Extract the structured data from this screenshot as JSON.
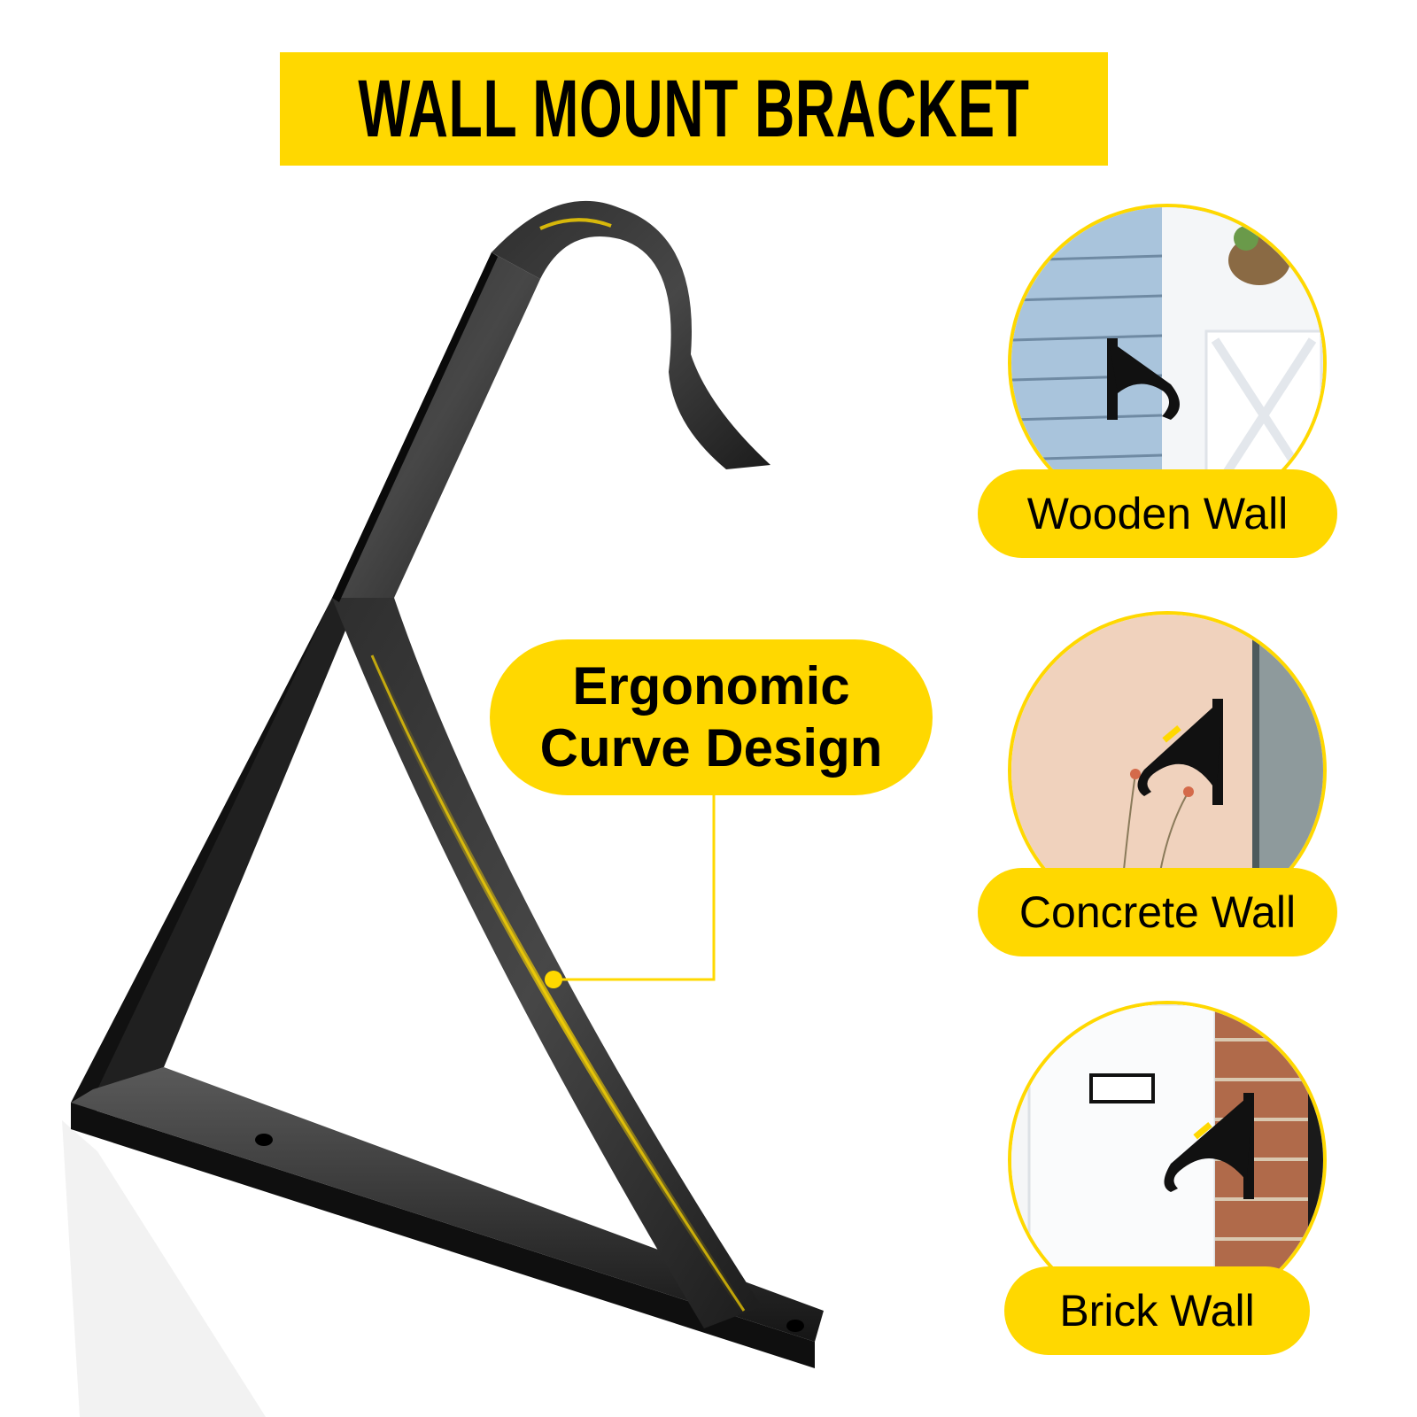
{
  "theme": {
    "accent": "#FFD800",
    "text": "#000000",
    "background": "#FFFFFF",
    "metal": "#1a1a1a"
  },
  "header": {
    "title": "WALL MOUNT BRACKET"
  },
  "main": {
    "product": {
      "name": "wall-mount-bracket",
      "callout": {
        "line1": "Ergonomic",
        "line2": "Curve Design"
      }
    }
  },
  "applications": [
    {
      "label": "Wooden Wall",
      "scene": "blue clapboard siding beside white door with hanging basket"
    },
    {
      "label": "Concrete Wall",
      "scene": "peach stucco wall with flowers and grey door frame"
    },
    {
      "label": "Brick Wall",
      "scene": "red brick wall beside white panelled door with letter slot"
    }
  ]
}
